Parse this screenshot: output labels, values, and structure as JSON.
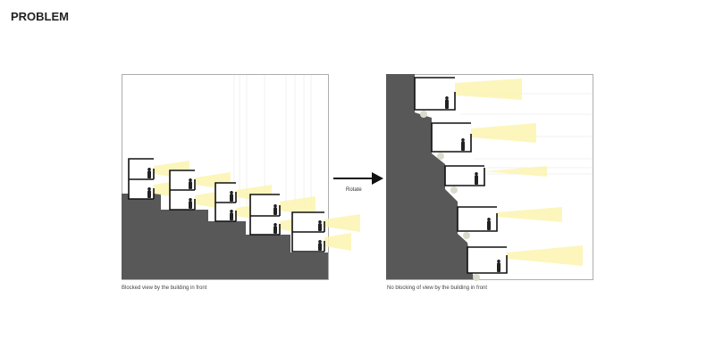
{
  "title": "PROBLEM",
  "arrow_label": "Rotate",
  "left_caption": "Blocked view by the building in front",
  "right_caption": "No blocking of view by the building in front",
  "colors": {
    "ground": "#585858",
    "light": "#fbf5b0",
    "frame": "#999999"
  }
}
